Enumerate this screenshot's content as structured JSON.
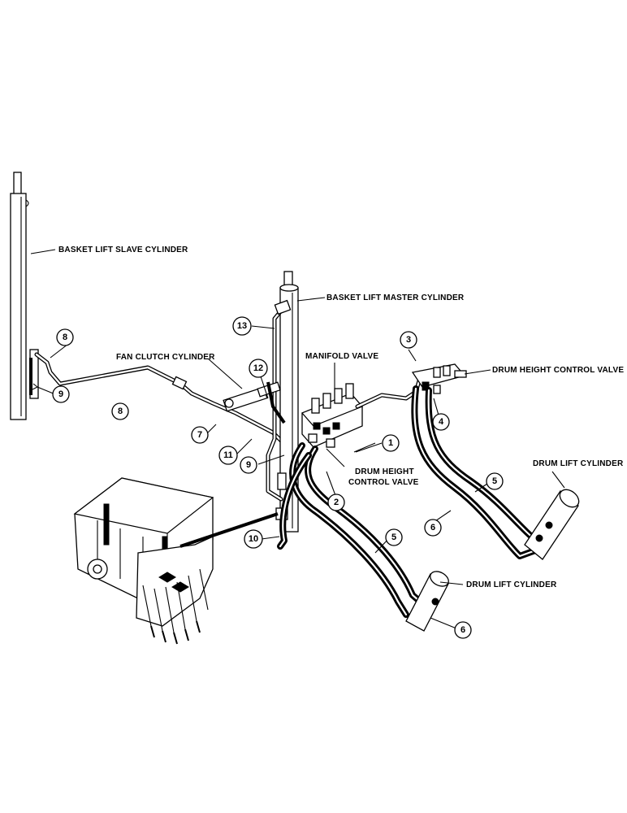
{
  "labels": {
    "basket_lift_slave_cylinder": "BASKET LIFT SLAVE CYLINDER",
    "basket_lift_master_cylinder": "BASKET LIFT MASTER CYLINDER",
    "fan_clutch_cylinder": "FAN CLUTCH CYLINDER",
    "manifold_valve": "MANIFOLD VALVE",
    "drum_height_control_valve_right": "DRUM HEIGHT CONTROL VALVE",
    "drum_height_control_valve_center_line1": "DRUM HEIGHT",
    "drum_height_control_valve_center_line2": "CONTROL VALVE",
    "drum_lift_cylinder_right": "DRUM LIFT CYLINDER",
    "drum_lift_cylinder_bottom": "DRUM LIFT CYLINDER"
  },
  "callouts": [
    {
      "id": "c-8-top",
      "number": "8"
    },
    {
      "id": "c-9-left",
      "number": "9"
    },
    {
      "id": "c-8-bottom",
      "number": "8"
    },
    {
      "id": "c-13",
      "number": "13"
    },
    {
      "id": "c-12",
      "number": "12"
    },
    {
      "id": "c-7",
      "number": "7"
    },
    {
      "id": "c-11",
      "number": "11"
    },
    {
      "id": "c-9-center",
      "number": "9"
    },
    {
      "id": "c-1",
      "number": "1"
    },
    {
      "id": "c-2",
      "number": "2"
    },
    {
      "id": "c-3",
      "number": "3"
    },
    {
      "id": "c-4",
      "number": "4"
    },
    {
      "id": "c-5-right",
      "number": "5"
    },
    {
      "id": "c-6-right",
      "number": "6"
    },
    {
      "id": "c-5-bottom",
      "number": "5"
    },
    {
      "id": "c-6-bottom",
      "number": "6"
    },
    {
      "id": "c-10",
      "number": "10"
    }
  ]
}
